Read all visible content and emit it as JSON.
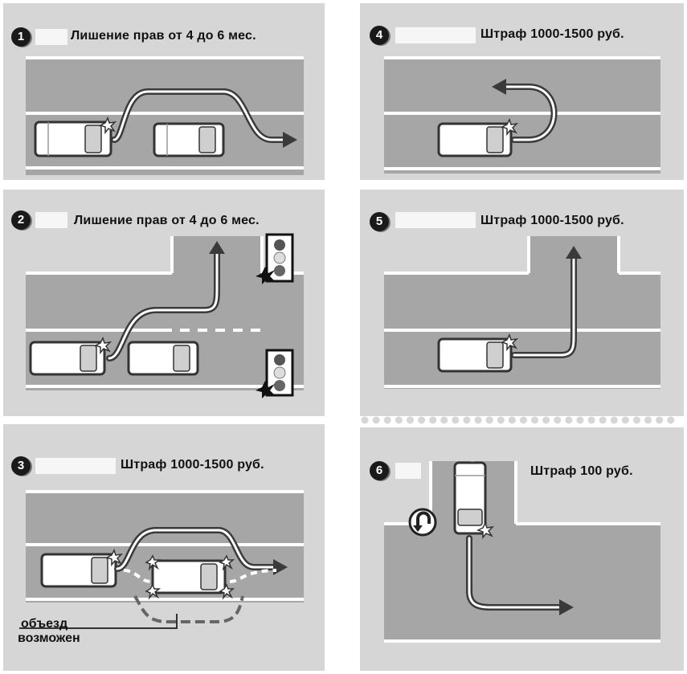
{
  "panels": [
    {
      "number": "1",
      "caption": "Лишение прав от 4 до 6 мес."
    },
    {
      "number": "2",
      "caption": "Лишение прав от 4 до 6 мес."
    },
    {
      "number": "3",
      "caption": "Штраф 1000-1500 руб."
    },
    {
      "number": "4",
      "caption": "Штраф 1000-1500 руб."
    },
    {
      "number": "5",
      "caption": "Штраф 1000-1500 руб."
    },
    {
      "number": "6",
      "caption": "Штраф 100 руб."
    }
  ],
  "note": {
    "line1": "объезд",
    "line2": "возможен"
  },
  "icons": [
    "car-icon",
    "blinker-icon",
    "traffic-light-icon",
    "u-turn-sign-icon",
    "arrow-icon"
  ],
  "colors": {
    "panel": "#d6d6d6",
    "road": "#a6a6a6",
    "line": "#ffffff",
    "car": "#ffffff",
    "arrow": "#3a3a3a"
  }
}
